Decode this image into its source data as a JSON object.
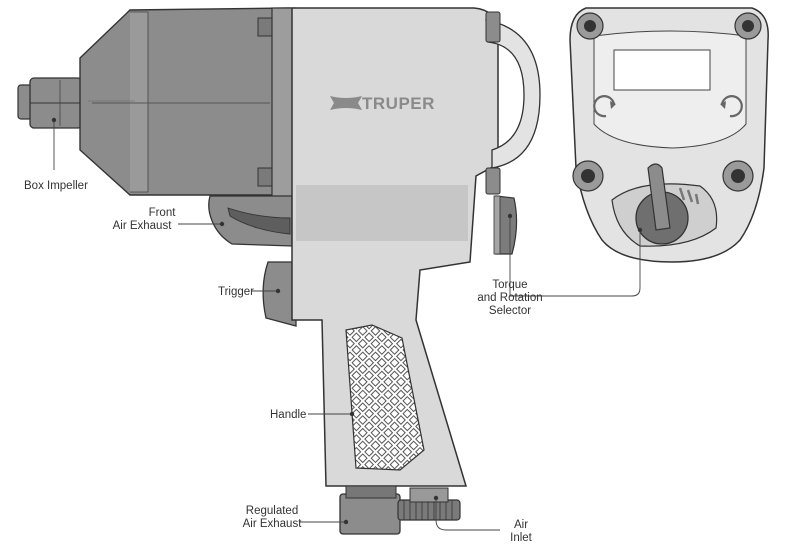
{
  "brand": {
    "logo_text": "TRUPER"
  },
  "labels": {
    "box_impeller": "Box Impeller",
    "front_air_exhaust": [
      "Front",
      "Air Exhaust"
    ],
    "trigger": "Trigger",
    "handle": "Handle",
    "regulated_air_exhaust": [
      "Regulated",
      "Air Exhaust"
    ],
    "air_inlet": [
      "Air",
      "Inlet"
    ],
    "torque_selector": [
      "Torque",
      "and Rotation",
      "Selector"
    ]
  },
  "colors": {
    "body_light": "#d9d9d9",
    "body_dark": "#8c8c8c",
    "body_mid": "#b3b3b3",
    "outline": "#333333",
    "back_plate": "#e3e3e3"
  }
}
